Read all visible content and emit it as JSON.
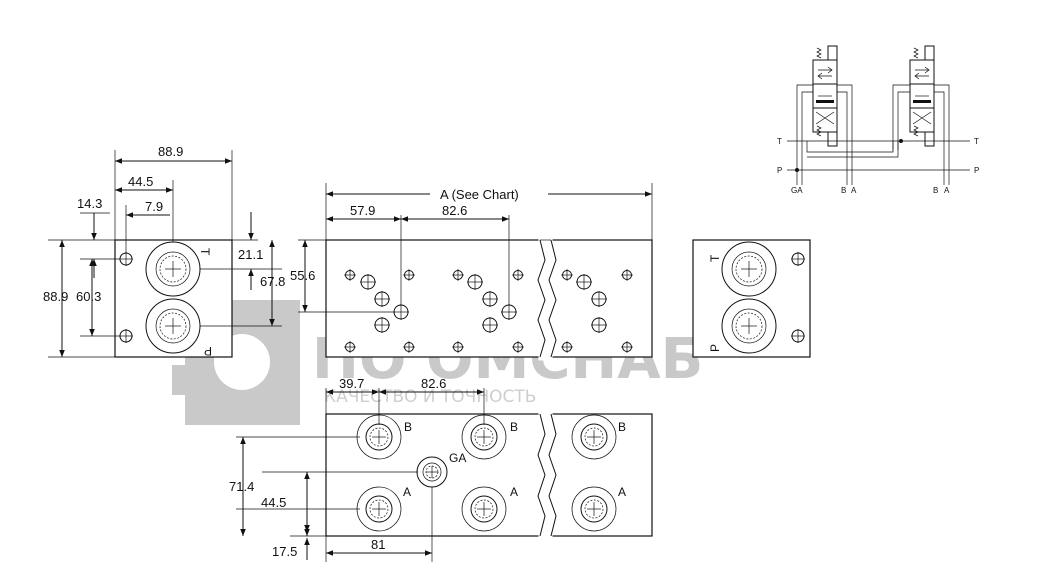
{
  "dims": {
    "d_88_9_top": "88.9",
    "d_44_5": "44.5",
    "d_14_3": "14.3",
    "d_7_9": "7.9",
    "d_88_9_left": "88.9",
    "d_60_3": "60.3",
    "d_21_1": "21.1",
    "d_67_8": "67.8",
    "d_55_6": "55.6",
    "d_a_chart": "A (See Chart)",
    "d_57_9": "57.9",
    "d_82_6_top": "82.6",
    "d_39_7": "39.7",
    "d_82_6_bottom": "82.6",
    "d_71_4": "71.4",
    "d_44_5_bottom": "44.5",
    "d_17_5": "17.5",
    "d_81": "81"
  },
  "port_labels": {
    "t_left": "T",
    "p_left": "P",
    "t_right": "T",
    "p_right": "P",
    "b1": "B",
    "b2": "B",
    "b3": "B",
    "a1": "A",
    "a2": "A",
    "a3": "A",
    "ga": "GA"
  },
  "schematic": {
    "t_left": "T",
    "t_right": "T",
    "p_left": "P",
    "p_right": "P",
    "ga": "GA",
    "b1": "B",
    "a1": "A",
    "b2": "B",
    "a2": "A"
  },
  "watermark": {
    "brand": "ПО ОМСНАБ",
    "tagline": "КАЧЕСТВО И ТОЧНОСТЬ"
  }
}
